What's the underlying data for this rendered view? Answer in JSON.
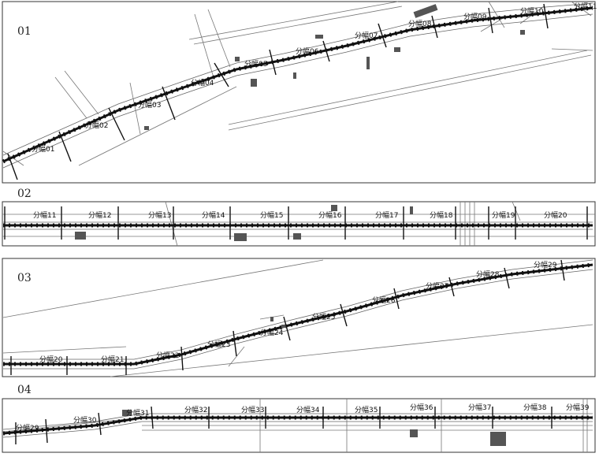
{
  "panels": [
    {
      "label": "01",
      "segments": [
        "分幅01",
        "分幅02",
        "分幅03",
        "分幅04",
        "分幅05",
        "分幅06",
        "分幅07",
        "分幅08",
        "分幅09",
        "分幅10",
        "分幅11"
      ]
    },
    {
      "label": "02",
      "segments": [
        "分幅11",
        "分幅12",
        "分幅13",
        "分幅14",
        "分幅15",
        "分幅16",
        "分幅17",
        "分幅18",
        "分幅19",
        "分幅20"
      ]
    },
    {
      "label": "03",
      "segments": [
        "分幅20",
        "分幅21",
        "分幅22",
        "分幅23",
        "分幅24",
        "分幅25",
        "分幅26",
        "分幅27",
        "分幅28",
        "分幅29"
      ]
    },
    {
      "label": "04",
      "segments": [
        "分幅29",
        "分幅30",
        "分幅31",
        "分幅32",
        "分幅33",
        "分幅34",
        "分幅35",
        "分幅36",
        "分幅37",
        "分幅38",
        "分幅39"
      ]
    }
  ],
  "colors": {
    "road": "#111111",
    "line": "#666666",
    "frame": "#333333",
    "block": "#555555"
  }
}
